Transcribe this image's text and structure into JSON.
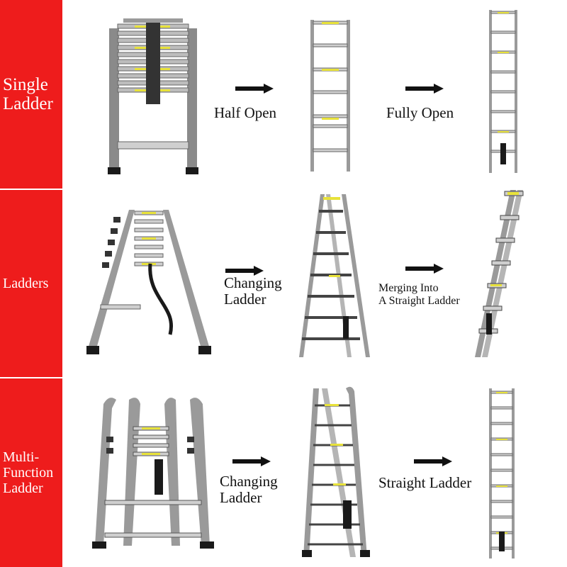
{
  "colors": {
    "sidebar_red": "#ee1c1c",
    "ladder_gray": "#7a7a7a",
    "rung_silver": "#cfcfcf",
    "tape_yellow": "#e8e23a",
    "foot_black": "#1a1a1a"
  },
  "rows": [
    {
      "category": "Single\nLadder",
      "step1": "Half Open",
      "step2": "Fully Open"
    },
    {
      "category": "Ladders",
      "step1": "Changing\nLadder",
      "step2": "Merging Into\nA Straight Ladder"
    },
    {
      "category": "Multi-\nFunction\nLadder",
      "step1": "Changing\nLadder",
      "step2": "Straight Ladder"
    }
  ],
  "icons": {
    "arrow": "right-arrow-icon",
    "ladder": "ladder-icon"
  }
}
